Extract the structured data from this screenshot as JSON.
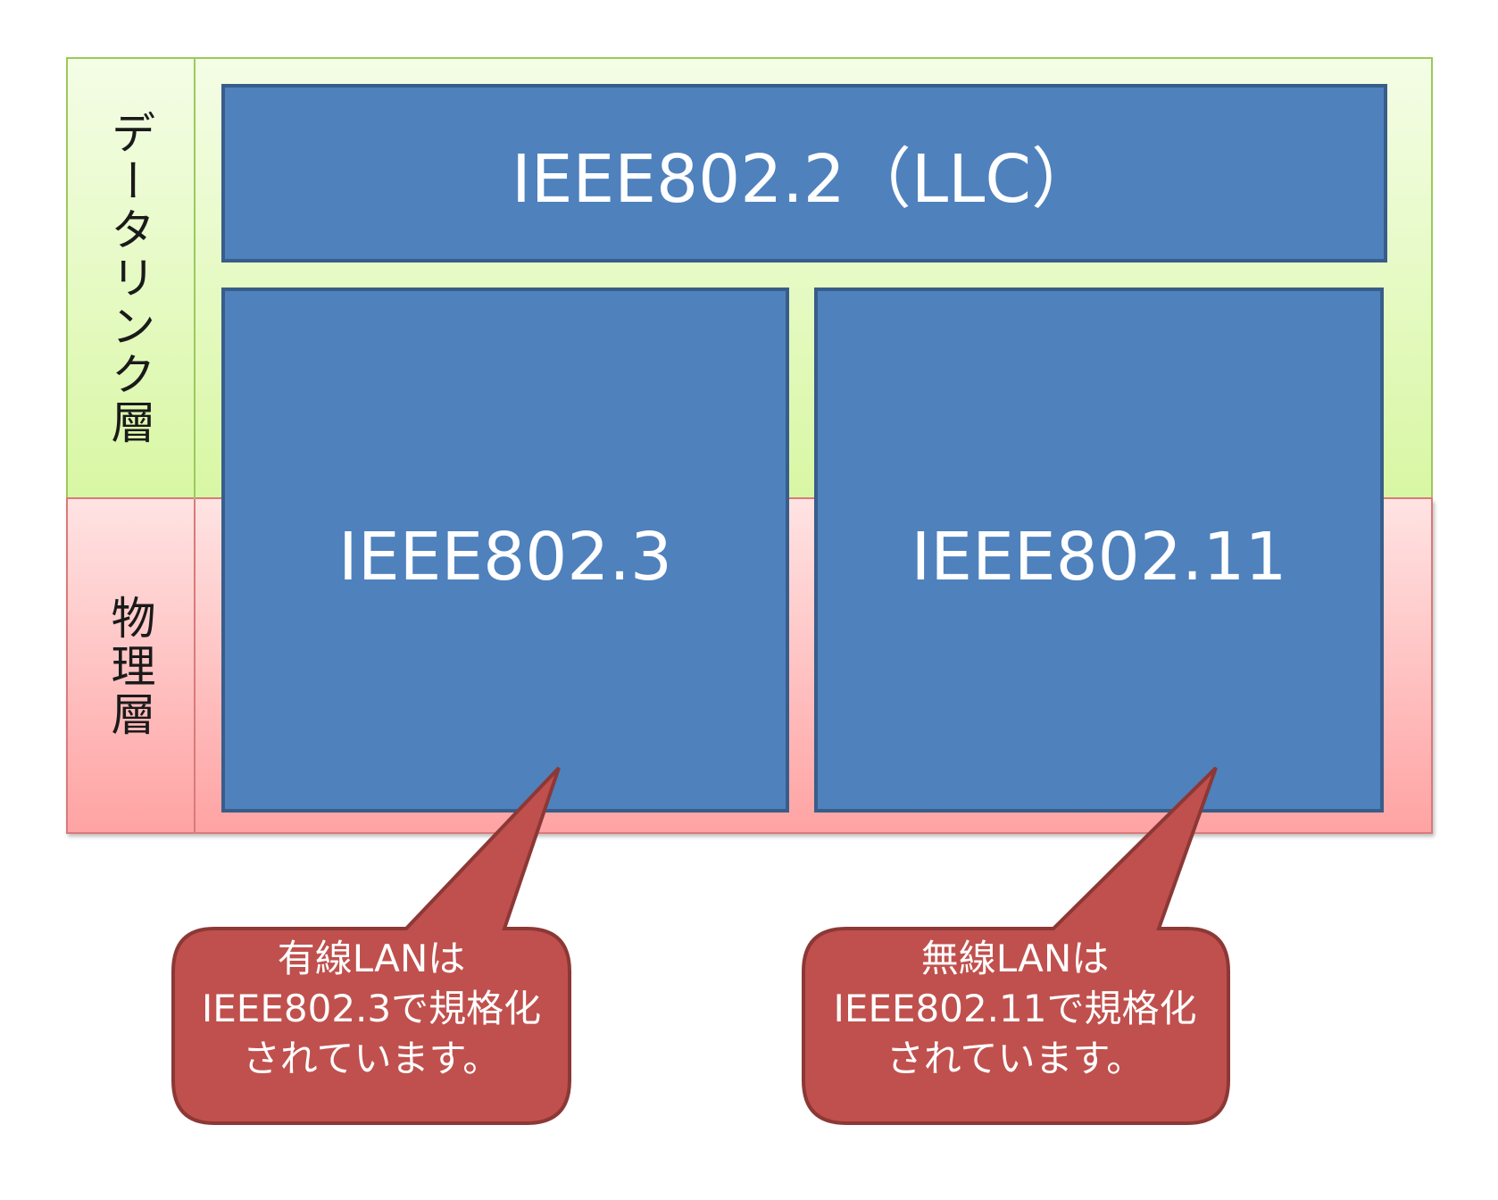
{
  "layers": {
    "datalink_label": "データリンク層",
    "physical_label": "物理層"
  },
  "boxes": {
    "llc": "IEEE802.2（LLC）",
    "ieee8023": "IEEE802.3",
    "ieee80211": "IEEE802.11"
  },
  "callouts": {
    "wired": "有線LANは\nIEEE802.3で規格化\nされています。",
    "wireless": "無線LANは\nIEEE802.11で規格化\nされています。"
  },
  "colors": {
    "box_fill": "#4f81bd",
    "box_border": "#385d8a",
    "callout_fill": "#c0504d",
    "callout_border": "#8c3836",
    "datalink_bg": "#d8f7a3",
    "physical_bg": "#ffa3a3"
  }
}
